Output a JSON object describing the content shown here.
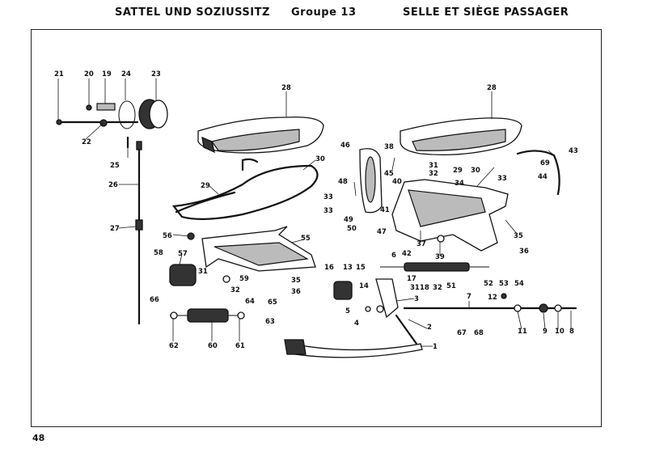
{
  "header": {
    "left": "SATTEL UND SOZIUSSITZ",
    "center": "Groupe 13",
    "right": "SELLE ET SIÈGE PASSAGER"
  },
  "page_number": "48",
  "labels": [
    "1",
    "2",
    "3",
    "4",
    "5",
    "6",
    "7",
    "8",
    "9",
    "10",
    "11",
    "12",
    "13",
    "14",
    "15",
    "16",
    "17",
    "18",
    "19",
    "20",
    "21",
    "22",
    "23",
    "24",
    "25",
    "26",
    "27",
    "28",
    "28",
    "29",
    "29",
    "30",
    "30",
    "31",
    "31",
    "31",
    "32",
    "32",
    "32",
    "33",
    "33",
    "33",
    "34",
    "35",
    "35",
    "36",
    "36",
    "37",
    "38",
    "39",
    "40",
    "41",
    "42",
    "43",
    "44",
    "45",
    "46",
    "47",
    "48",
    "49",
    "50",
    "51",
    "52",
    "53",
    "54",
    "55",
    "56",
    "57",
    "58",
    "59",
    "60",
    "61",
    "62",
    "63",
    "64",
    "65",
    "66",
    "67",
    "68",
    "69"
  ]
}
